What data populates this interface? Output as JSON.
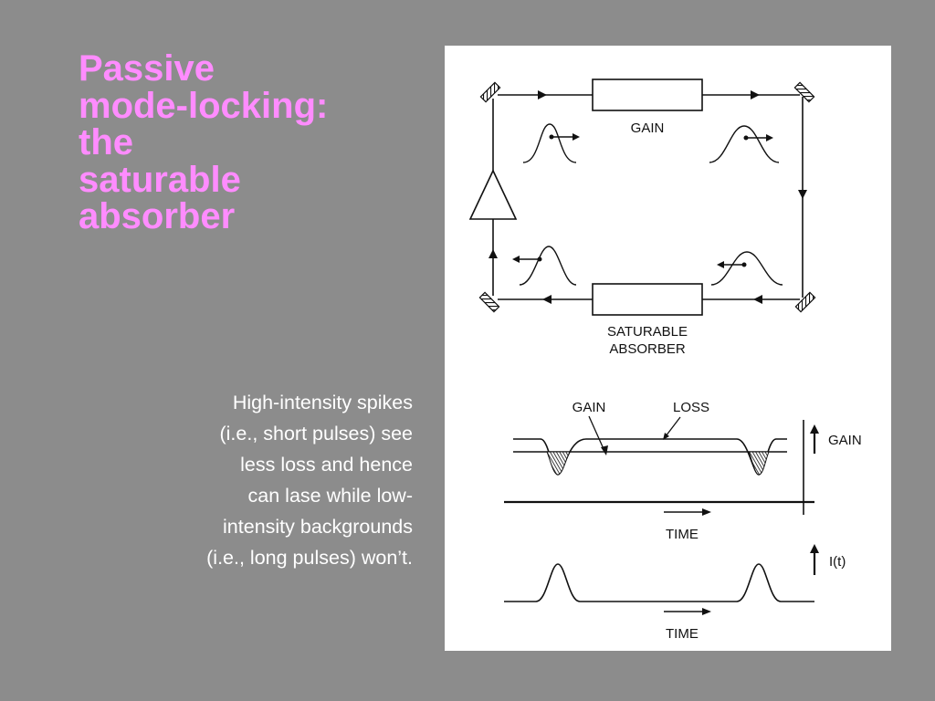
{
  "slide": {
    "title_lines": [
      "Passive",
      "mode-locking:",
      "the",
      "saturable",
      "absorber"
    ],
    "caption_lines": [
      "High-intensity spikes",
      "(i.e., short pulses) see",
      "less loss and hence",
      "can lase while low-",
      "intensity backgrounds",
      "(i.e., long pulses) won’t."
    ]
  },
  "figure": {
    "cavity": {
      "gain_label": "GAIN",
      "absorber_label_lines": [
        "SATURABLE",
        "ABSORBER"
      ]
    },
    "gain_loss_plot": {
      "gain_label": "GAIN",
      "loss_label": "LOSS",
      "axis_label": "GAIN",
      "time_label": "TIME"
    },
    "intensity_plot": {
      "axis_label": "I(t)",
      "time_label": "TIME"
    }
  },
  "colors": {
    "background": "#8c8c8c",
    "title": "#ff8cff",
    "caption": "#ffffff",
    "figure_background": "#ffffff",
    "ink": "#111111"
  }
}
